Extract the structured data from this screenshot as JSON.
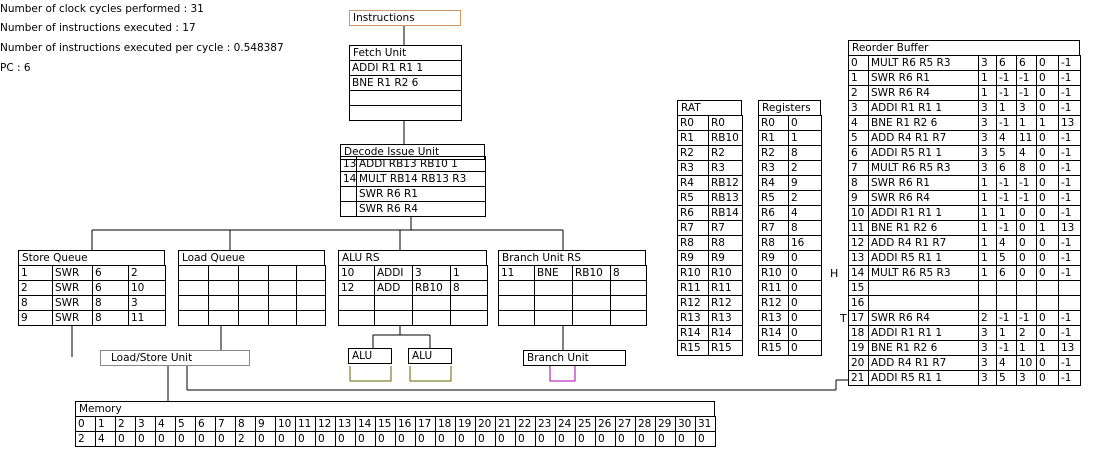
{
  "stats": {
    "clock_cycles": "Number of clock cycles performed : 31",
    "instructions_executed": "Number of instructions executed : 17",
    "ipc": "Number of instructions executed per cycle : 0.548387",
    "pc": "PC : 6"
  },
  "instructions": {
    "title": "Instructions"
  },
  "fetch_unit": {
    "title": "Fetch Unit",
    "rows": [
      "ADDI R1 R1 1",
      "BNE R1 R2 6",
      "",
      ""
    ]
  },
  "decode_issue_unit": {
    "title": "Decode Issue Unit",
    "rows": [
      [
        "13",
        "ADDI RB13 RB10 1"
      ],
      [
        "14",
        "MULT RB14 RB13 R3"
      ],
      [
        "",
        "SWR R6 R1"
      ],
      [
        "",
        "SWR R6 R4"
      ]
    ]
  },
  "store_queue": {
    "title": "Store Queue",
    "rows": [
      [
        "1",
        "SWR",
        "6",
        "2"
      ],
      [
        "2",
        "SWR",
        "6",
        "10"
      ],
      [
        "8",
        "SWR",
        "8",
        "3"
      ],
      [
        "9",
        "SWR",
        "8",
        "11"
      ]
    ]
  },
  "load_queue": {
    "title": "Load Queue",
    "rows": [
      [
        "",
        "",
        "",
        "",
        ""
      ],
      [
        "",
        "",
        "",
        "",
        ""
      ],
      [
        "",
        "",
        "",
        "",
        ""
      ],
      [
        "",
        "",
        "",
        "",
        ""
      ]
    ]
  },
  "alu_rs": {
    "title": "ALU RS",
    "rows": [
      [
        "10",
        "ADDI",
        "3",
        "1"
      ],
      [
        "12",
        "ADD",
        "RB10",
        "8"
      ],
      [
        "",
        "",
        "",
        ""
      ],
      [
        "",
        "",
        "",
        ""
      ]
    ]
  },
  "branch_rs": {
    "title": "Branch Unit RS",
    "rows": [
      [
        "11",
        "BNE",
        "RB10",
        "8"
      ],
      [
        "",
        "",
        "",
        ""
      ],
      [
        "",
        "",
        "",
        ""
      ],
      [
        "",
        "",
        "",
        ""
      ]
    ]
  },
  "load_store_unit": {
    "title": "Load/Store Unit"
  },
  "alu1": {
    "title": "ALU"
  },
  "alu2": {
    "title": "ALU"
  },
  "branch_unit": {
    "title": "Branch Unit"
  },
  "rat": {
    "title": "RAT",
    "rows": [
      [
        "R0",
        "R0"
      ],
      [
        "R1",
        "RB10"
      ],
      [
        "R2",
        "R2"
      ],
      [
        "R3",
        "R3"
      ],
      [
        "R4",
        "RB12"
      ],
      [
        "R5",
        "RB13"
      ],
      [
        "R6",
        "RB14"
      ],
      [
        "R7",
        "R7"
      ],
      [
        "R8",
        "R8"
      ],
      [
        "R9",
        "R9"
      ],
      [
        "R10",
        "R10"
      ],
      [
        "R11",
        "R11"
      ],
      [
        "R12",
        "R12"
      ],
      [
        "R13",
        "R13"
      ],
      [
        "R14",
        "R14"
      ],
      [
        "R15",
        "R15"
      ]
    ]
  },
  "registers": {
    "title": "Registers",
    "rows": [
      [
        "R0",
        "0"
      ],
      [
        "R1",
        "1"
      ],
      [
        "R2",
        "8"
      ],
      [
        "R3",
        "2"
      ],
      [
        "R4",
        "9"
      ],
      [
        "R5",
        "2"
      ],
      [
        "R6",
        "4"
      ],
      [
        "R7",
        "8"
      ],
      [
        "R8",
        "16"
      ],
      [
        "R9",
        "0"
      ],
      [
        "R10",
        "0"
      ],
      [
        "R11",
        "0"
      ],
      [
        "R12",
        "0"
      ],
      [
        "R13",
        "0"
      ],
      [
        "R14",
        "0"
      ],
      [
        "R15",
        "0"
      ]
    ]
  },
  "reorder_buffer": {
    "title": "Reorder Buffer",
    "head_marker": "H",
    "tail_marker": "T",
    "rows": [
      [
        "0",
        "MULT R6 R5 R3",
        "3",
        "6",
        "6",
        "0",
        "-1"
      ],
      [
        "1",
        "SWR R6 R1",
        "1",
        "-1",
        "-1",
        "0",
        "-1"
      ],
      [
        "2",
        "SWR R6 R4",
        "1",
        "-1",
        "-1",
        "0",
        "-1"
      ],
      [
        "3",
        "ADDI R1 R1 1",
        "3",
        "1",
        "3",
        "0",
        "-1"
      ],
      [
        "4",
        "BNE R1 R2 6",
        "3",
        "-1",
        "1",
        "1",
        "13"
      ],
      [
        "5",
        "ADD R4 R1 R7",
        "3",
        "4",
        "11",
        "0",
        "-1"
      ],
      [
        "6",
        "ADDI R5 R1 1",
        "3",
        "5",
        "4",
        "0",
        "-1"
      ],
      [
        "7",
        "MULT R6 R5 R3",
        "3",
        "6",
        "8",
        "0",
        "-1"
      ],
      [
        "8",
        "SWR R6 R1",
        "1",
        "-1",
        "-1",
        "0",
        "-1"
      ],
      [
        "9",
        "SWR R6 R4",
        "1",
        "-1",
        "-1",
        "0",
        "-1"
      ],
      [
        "10",
        "ADDI R1 R1 1",
        "1",
        "1",
        "0",
        "0",
        "-1"
      ],
      [
        "11",
        "BNE R1 R2 6",
        "1",
        "-1",
        "0",
        "1",
        "13"
      ],
      [
        "12",
        "ADD R4 R1 R7",
        "1",
        "4",
        "0",
        "0",
        "-1"
      ],
      [
        "13",
        "ADDI R5 R1 1",
        "1",
        "5",
        "0",
        "0",
        "-1"
      ],
      [
        "14",
        "MULT R6 R5 R3",
        "1",
        "6",
        "0",
        "0",
        "-1"
      ],
      [
        "15",
        "",
        "",
        "",
        "",
        "",
        ""
      ],
      [
        "16",
        "",
        "",
        "",
        "",
        "",
        ""
      ],
      [
        "17",
        "SWR R6 R4",
        "2",
        "-1",
        "-1",
        "0",
        "-1"
      ],
      [
        "18",
        "ADDI R1 R1 1",
        "3",
        "1",
        "2",
        "0",
        "-1"
      ],
      [
        "19",
        "BNE R1 R2 6",
        "3",
        "-1",
        "1",
        "1",
        "13"
      ],
      [
        "20",
        "ADD R4 R1 R7",
        "3",
        "4",
        "10",
        "0",
        "-1"
      ],
      [
        "21",
        "ADDI R5 R1 1",
        "3",
        "5",
        "3",
        "0",
        "-1"
      ]
    ]
  },
  "memory": {
    "title": "Memory",
    "addresses": [
      "0",
      "1",
      "2",
      "3",
      "4",
      "5",
      "6",
      "7",
      "8",
      "9",
      "10",
      "11",
      "12",
      "13",
      "14",
      "15",
      "16",
      "17",
      "18",
      "19",
      "20",
      "21",
      "22",
      "23",
      "24",
      "25",
      "26",
      "27",
      "28",
      "29",
      "30",
      "31"
    ],
    "values": [
      "2",
      "4",
      "0",
      "0",
      "0",
      "0",
      "0",
      "0",
      "2",
      "0",
      "0",
      "0",
      "0",
      "0",
      "0",
      "0",
      "0",
      "0",
      "0",
      "0",
      "0",
      "0",
      "0",
      "0",
      "0",
      "0",
      "0",
      "0",
      "0",
      "0",
      "0",
      "0"
    ]
  }
}
